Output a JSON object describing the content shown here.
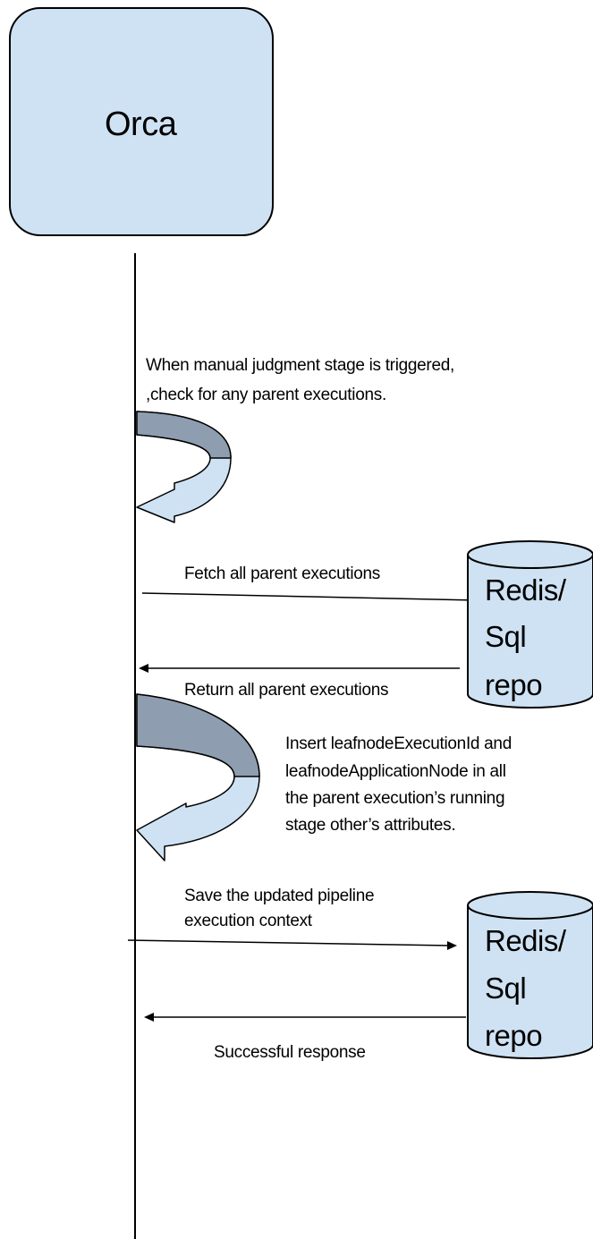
{
  "participant": {
    "name": "Orca",
    "fill": "#cfe2f3",
    "stroke": "#000000"
  },
  "databases": [
    {
      "line1": "Redis/",
      "line2": "Sql",
      "line3": "repo"
    },
    {
      "line1": "Redis/",
      "line2": "Sql",
      "line3": "repo"
    }
  ],
  "steps": {
    "trigger": {
      "line1": "When manual judgment stage is triggered,",
      "line2": ",check for any parent executions."
    },
    "fetch": "Fetch all parent executions",
    "return": "Return all parent executions",
    "insert": {
      "line1": "Insert leafnodeExecutionId and",
      "line2": "leafnodeApplicationNode in all",
      "line3": "the parent execution’s running",
      "line4": "stage other’s attributes."
    },
    "save": {
      "line1": "Save the updated pipeline",
      "line2": "execution context"
    },
    "response": "Successful response"
  },
  "colors": {
    "arrow_light": "#cfe2f3",
    "arrow_dark": "#8e9eb0",
    "line": "#000000"
  }
}
